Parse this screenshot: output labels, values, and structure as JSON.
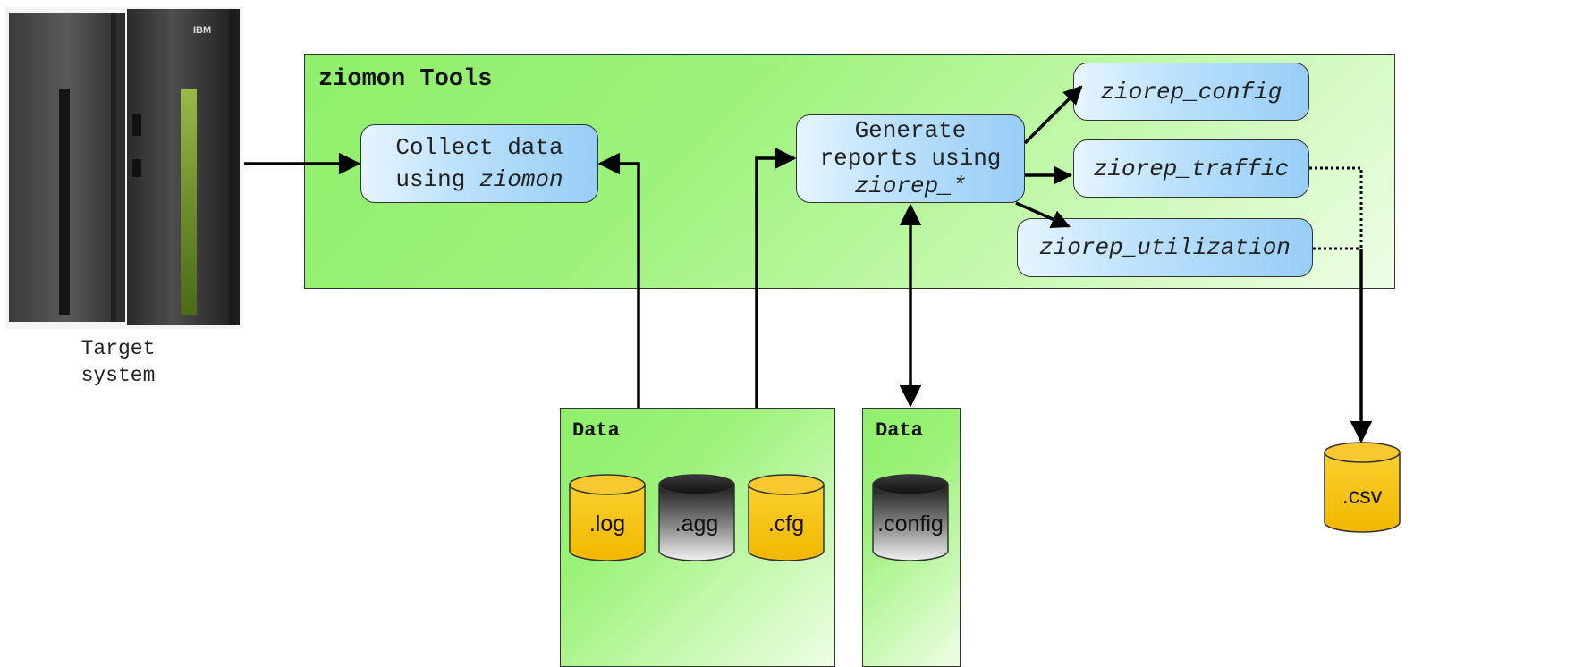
{
  "tools_panel": {
    "title": "ziomon Tools"
  },
  "server": {
    "caption_line1": "Target",
    "caption_line2": "system",
    "brand": "IBM"
  },
  "collect_box": {
    "line1": "Collect data",
    "line2_prefix": "using ",
    "line2_tool": "ziomon"
  },
  "generate_box": {
    "line1": "Generate",
    "line2": "reports using",
    "line3": "ziorep_*"
  },
  "report_tools": [
    "ziorep_config",
    "ziorep_traffic",
    "ziorep_utilization"
  ],
  "data_panel_1": {
    "title": "Data",
    "files": [
      ".log",
      ".agg",
      ".cfg"
    ]
  },
  "data_panel_2": {
    "title": "Data",
    "files": [
      ".config"
    ]
  },
  "output_file": ".csv",
  "colors": {
    "panel_green": "#9cf27a",
    "box_blue": "#98cdf7",
    "cylinder_yellow": "#f7c520",
    "cylinder_dark": "#222222"
  }
}
